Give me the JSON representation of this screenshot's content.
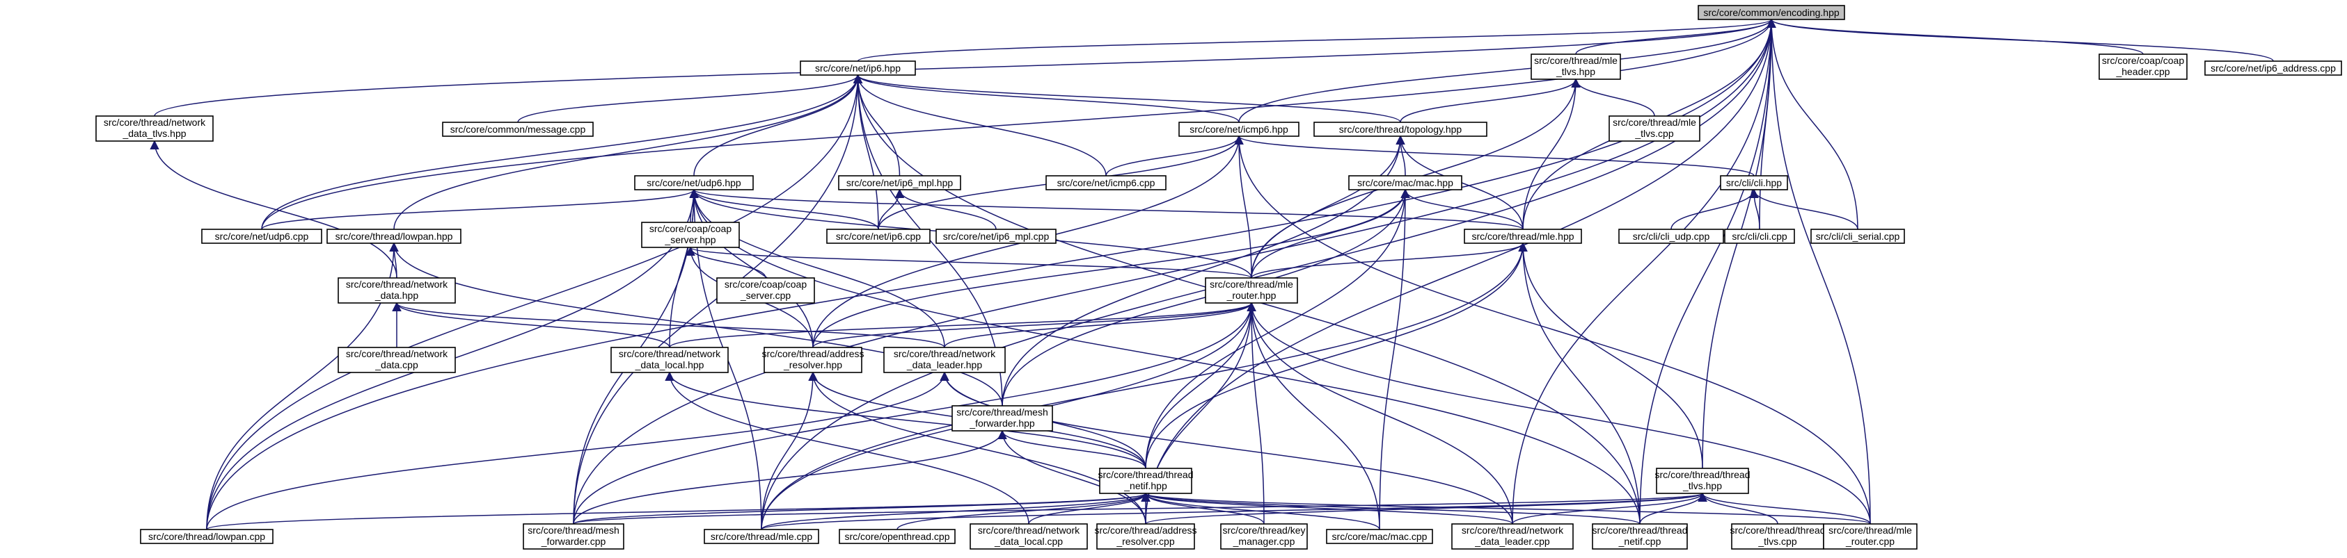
{
  "colors": {
    "edge": "#191970",
    "root_fill": "#bfbfbf",
    "node_fill": "#ffffff",
    "border": "#000000"
  },
  "nodes": {
    "root": {
      "lines": [
        "src/core/common/encoding.hpp"
      ]
    },
    "ip6": {
      "lines": [
        "src/core/net/ip6.hpp"
      ]
    },
    "mle_tlvs": {
      "lines": [
        "src/core/thread/mle",
        "_tlvs.hpp"
      ]
    },
    "coap_header": {
      "lines": [
        "src/core/coap/coap",
        "_header.cpp"
      ]
    },
    "ip6_address": {
      "lines": [
        "src/core/net/ip6_address.cpp"
      ]
    },
    "nd_tlvs": {
      "lines": [
        "src/core/thread/network",
        "_data_tlvs.hpp"
      ]
    },
    "message_cpp": {
      "lines": [
        "src/core/common/message.cpp"
      ]
    },
    "icmp6_hpp": {
      "lines": [
        "src/core/net/icmp6.hpp"
      ]
    },
    "topology": {
      "lines": [
        "src/core/thread/topology.hpp"
      ]
    },
    "mle_tlvs_cpp": {
      "lines": [
        "src/core/thread/mle",
        "_tlvs.cpp"
      ]
    },
    "udp6_hpp": {
      "lines": [
        "src/core/net/udp6.hpp"
      ]
    },
    "ip6_mpl_hpp": {
      "lines": [
        "src/core/net/ip6_mpl.hpp"
      ]
    },
    "icmp6_cpp": {
      "lines": [
        "src/core/net/icmp6.cpp"
      ]
    },
    "mac_hpp": {
      "lines": [
        "src/core/mac/mac.hpp"
      ]
    },
    "cli_hpp": {
      "lines": [
        "src/cli/cli.hpp"
      ]
    },
    "udp6_cpp": {
      "lines": [
        "src/core/net/udp6.cpp"
      ]
    },
    "lowpan_hpp": {
      "lines": [
        "src/core/thread/lowpan.hpp"
      ]
    },
    "coap_server": {
      "lines": [
        "src/core/coap/coap",
        "_server.hpp"
      ]
    },
    "ip6_cpp": {
      "lines": [
        "src/core/net/ip6.cpp"
      ]
    },
    "ip6_mpl_cpp": {
      "lines": [
        "src/core/net/ip6_mpl.cpp"
      ]
    },
    "mle_hpp": {
      "lines": [
        "src/core/thread/mle.hpp"
      ]
    },
    "cli_udp": {
      "lines": [
        "src/cli/cli_udp.cpp"
      ]
    },
    "cli_cpp": {
      "lines": [
        "src/cli/cli.cpp"
      ]
    },
    "cli_serial": {
      "lines": [
        "src/cli/cli_serial.cpp"
      ]
    },
    "nd_hpp": {
      "lines": [
        "src/core/thread/network",
        "_data.hpp"
      ]
    },
    "coap_server_cpp": {
      "lines": [
        "src/core/coap/coap",
        "_server.cpp"
      ]
    },
    "mle_router_hpp": {
      "lines": [
        "src/core/thread/mle",
        "_router.hpp"
      ]
    },
    "nd_cpp": {
      "lines": [
        "src/core/thread/network",
        "_data.cpp"
      ]
    },
    "nd_local_hpp": {
      "lines": [
        "src/core/thread/network",
        "_data_local.hpp"
      ]
    },
    "addr_res_hpp": {
      "lines": [
        "src/core/thread/address",
        "_resolver.hpp"
      ]
    },
    "nd_leader_hpp": {
      "lines": [
        "src/core/thread/network",
        "_data_leader.hpp"
      ]
    },
    "mesh_fwd_hpp": {
      "lines": [
        "src/core/thread/mesh",
        "_forwarder.hpp"
      ]
    },
    "netif_hpp": {
      "lines": [
        "src/core/thread/thread",
        "_netif.hpp"
      ]
    },
    "thread_tlvs_hpp": {
      "lines": [
        "src/core/thread/thread",
        "_tlvs.hpp"
      ]
    },
    "lowpan_cpp": {
      "lines": [
        "src/core/thread/lowpan.cpp"
      ]
    },
    "mesh_fwd_cpp": {
      "lines": [
        "src/core/thread/mesh",
        "_forwarder.cpp"
      ]
    },
    "mle_cpp": {
      "lines": [
        "src/core/thread/mle.cpp"
      ]
    },
    "openthread_cpp": {
      "lines": [
        "src/core/openthread.cpp"
      ]
    },
    "nd_local_cpp": {
      "lines": [
        "src/core/thread/network",
        "_data_local.cpp"
      ]
    },
    "addr_res_cpp": {
      "lines": [
        "src/core/thread/address",
        "_resolver.cpp"
      ]
    },
    "key_mgr_cpp": {
      "lines": [
        "src/core/thread/key",
        "_manager.cpp"
      ]
    },
    "mac_cpp": {
      "lines": [
        "src/core/mac/mac.cpp"
      ]
    },
    "nd_leader_cpp": {
      "lines": [
        "src/core/thread/network",
        "_data_leader.cpp"
      ]
    },
    "netif_cpp": {
      "lines": [
        "src/core/thread/thread",
        "_netif.cpp"
      ]
    },
    "thread_tlvs_cpp": {
      "lines": [
        "src/core/thread/thread",
        "_tlvs.cpp"
      ]
    },
    "mle_router_cpp": {
      "lines": [
        "src/core/thread/mle",
        "_router.cpp"
      ]
    }
  },
  "edges": [
    [
      "root",
      "ip6"
    ],
    [
      "root",
      "mle_tlvs"
    ],
    [
      "root",
      "coap_header"
    ],
    [
      "root",
      "ip6_address"
    ],
    [
      "root",
      "nd_tlvs"
    ],
    [
      "root",
      "icmp6_hpp"
    ],
    [
      "root",
      "udp6_cpp"
    ],
    [
      "root",
      "mle_hpp"
    ],
    [
      "root",
      "cli_cpp"
    ],
    [
      "root",
      "cli_serial"
    ],
    [
      "root",
      "thread_tlvs_hpp"
    ],
    [
      "root",
      "lowpan_cpp"
    ],
    [
      "root",
      "mesh_fwd_cpp"
    ],
    [
      "root",
      "mle_cpp"
    ],
    [
      "root",
      "addr_res_cpp"
    ],
    [
      "root",
      "nd_leader_cpp"
    ],
    [
      "root",
      "netif_cpp"
    ],
    [
      "root",
      "mle_router_cpp"
    ],
    [
      "ip6",
      "message_cpp"
    ],
    [
      "ip6",
      "icmp6_hpp"
    ],
    [
      "ip6",
      "topology"
    ],
    [
      "ip6",
      "udp6_hpp"
    ],
    [
      "ip6",
      "ip6_mpl_hpp"
    ],
    [
      "ip6",
      "icmp6_cpp"
    ],
    [
      "ip6",
      "udp6_cpp"
    ],
    [
      "ip6",
      "ip6_cpp"
    ],
    [
      "ip6",
      "lowpan_hpp"
    ],
    [
      "ip6",
      "mesh_fwd_hpp"
    ],
    [
      "ip6",
      "lowpan_cpp"
    ],
    [
      "ip6",
      "mesh_fwd_cpp"
    ],
    [
      "ip6",
      "netif_cpp"
    ],
    [
      "mle_tlvs",
      "topology"
    ],
    [
      "mle_tlvs",
      "mle_tlvs_cpp"
    ],
    [
      "mle_tlvs",
      "mle_hpp"
    ],
    [
      "mle_tlvs",
      "mle_router_hpp"
    ],
    [
      "nd_tlvs",
      "nd_hpp"
    ],
    [
      "icmp6_hpp",
      "icmp6_cpp"
    ],
    [
      "icmp6_hpp",
      "cli_hpp"
    ],
    [
      "icmp6_hpp",
      "ip6_cpp"
    ],
    [
      "icmp6_hpp",
      "addr_res_hpp"
    ],
    [
      "icmp6_hpp",
      "mle_router_hpp"
    ],
    [
      "icmp6_hpp",
      "mle_router_cpp"
    ],
    [
      "topology",
      "mac_hpp"
    ],
    [
      "topology",
      "mle_hpp"
    ],
    [
      "topology",
      "mle_router_hpp"
    ],
    [
      "topology",
      "mesh_fwd_hpp"
    ],
    [
      "udp6_hpp",
      "udp6_cpp"
    ],
    [
      "udp6_hpp",
      "coap_server"
    ],
    [
      "udp6_hpp",
      "ip6_cpp"
    ],
    [
      "udp6_hpp",
      "mle_hpp"
    ],
    [
      "udp6_hpp",
      "mle_router_hpp"
    ],
    [
      "udp6_hpp",
      "nd_local_hpp"
    ],
    [
      "udp6_hpp",
      "addr_res_hpp"
    ],
    [
      "udp6_hpp",
      "nd_leader_hpp"
    ],
    [
      "udp6_hpp",
      "lowpan_cpp"
    ],
    [
      "udp6_hpp",
      "mesh_fwd_cpp"
    ],
    [
      "udp6_hpp",
      "mle_cpp"
    ],
    [
      "udp6_hpp",
      "netif_cpp"
    ],
    [
      "ip6_mpl_hpp",
      "ip6_cpp"
    ],
    [
      "ip6_mpl_hpp",
      "ip6_mpl_cpp"
    ],
    [
      "mac_hpp",
      "mle_hpp"
    ],
    [
      "mac_hpp",
      "mle_router_hpp"
    ],
    [
      "mac_hpp",
      "addr_res_hpp"
    ],
    [
      "mac_hpp",
      "mesh_fwd_hpp"
    ],
    [
      "mac_hpp",
      "netif_hpp"
    ],
    [
      "mac_hpp",
      "mac_cpp"
    ],
    [
      "cli_hpp",
      "cli_udp"
    ],
    [
      "cli_hpp",
      "cli_cpp"
    ],
    [
      "cli_hpp",
      "cli_serial"
    ],
    [
      "lowpan_hpp",
      "nd_hpp"
    ],
    [
      "lowpan_hpp",
      "mesh_fwd_hpp"
    ],
    [
      "lowpan_hpp",
      "lowpan_cpp"
    ],
    [
      "coap_server",
      "coap_server_cpp"
    ],
    [
      "coap_server",
      "mle_router_hpp"
    ],
    [
      "coap_server",
      "addr_res_hpp"
    ],
    [
      "mle_hpp",
      "mle_router_hpp"
    ],
    [
      "mle_hpp",
      "thread_tlvs_hpp"
    ],
    [
      "mle_hpp",
      "netif_hpp"
    ],
    [
      "mle_hpp",
      "mle_cpp"
    ],
    [
      "mle_hpp",
      "netif_cpp"
    ],
    [
      "nd_hpp",
      "nd_cpp"
    ],
    [
      "nd_hpp",
      "nd_local_hpp"
    ],
    [
      "nd_hpp",
      "nd_leader_hpp"
    ],
    [
      "mle_router_hpp",
      "nd_local_hpp"
    ],
    [
      "mle_router_hpp",
      "addr_res_hpp"
    ],
    [
      "mle_router_hpp",
      "nd_leader_hpp"
    ],
    [
      "mle_router_hpp",
      "netif_hpp"
    ],
    [
      "mle_router_hpp",
      "mesh_fwd_cpp"
    ],
    [
      "mle_router_hpp",
      "mle_cpp"
    ],
    [
      "mle_router_hpp",
      "addr_res_cpp"
    ],
    [
      "mle_router_hpp",
      "key_mgr_cpp"
    ],
    [
      "mle_router_hpp",
      "mac_cpp"
    ],
    [
      "mle_router_hpp",
      "nd_leader_cpp"
    ],
    [
      "mle_router_hpp",
      "mle_router_cpp"
    ],
    [
      "nd_local_hpp",
      "netif_hpp"
    ],
    [
      "nd_local_hpp",
      "nd_local_cpp"
    ],
    [
      "addr_res_hpp",
      "netif_hpp"
    ],
    [
      "addr_res_hpp",
      "mle_cpp"
    ],
    [
      "addr_res_hpp",
      "addr_res_cpp"
    ],
    [
      "nd_leader_hpp",
      "netif_hpp"
    ],
    [
      "nd_leader_hpp",
      "lowpan_cpp"
    ],
    [
      "nd_leader_hpp",
      "nd_leader_cpp"
    ],
    [
      "mesh_fwd_hpp",
      "netif_hpp"
    ],
    [
      "mesh_fwd_hpp",
      "mesh_fwd_cpp"
    ],
    [
      "mesh_fwd_hpp",
      "addr_res_cpp"
    ],
    [
      "netif_hpp",
      "mesh_fwd_cpp"
    ],
    [
      "netif_hpp",
      "mle_cpp"
    ],
    [
      "netif_hpp",
      "openthread_cpp"
    ],
    [
      "netif_hpp",
      "nd_local_cpp"
    ],
    [
      "netif_hpp",
      "addr_res_cpp"
    ],
    [
      "netif_hpp",
      "key_mgr_cpp"
    ],
    [
      "netif_hpp",
      "mac_cpp"
    ],
    [
      "netif_hpp",
      "nd_leader_cpp"
    ],
    [
      "netif_hpp",
      "netif_cpp"
    ],
    [
      "netif_hpp",
      "mle_router_cpp"
    ],
    [
      "netif_hpp",
      "lowpan_cpp"
    ],
    [
      "thread_tlvs_hpp",
      "mesh_fwd_cpp"
    ],
    [
      "thread_tlvs_hpp",
      "mle_cpp"
    ],
    [
      "thread_tlvs_hpp",
      "addr_res_cpp"
    ],
    [
      "thread_tlvs_hpp",
      "nd_leader_cpp"
    ],
    [
      "thread_tlvs_hpp",
      "netif_cpp"
    ],
    [
      "thread_tlvs_hpp",
      "thread_tlvs_cpp"
    ],
    [
      "thread_tlvs_hpp",
      "mle_router_cpp"
    ]
  ]
}
